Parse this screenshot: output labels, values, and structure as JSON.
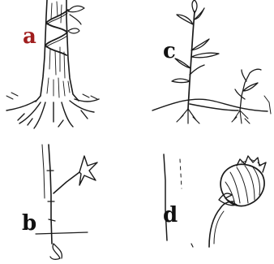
{
  "panels": {
    "a": {
      "label": "a"
    },
    "b": {
      "label": "b"
    },
    "c": {
      "label": "c"
    },
    "d": {
      "label": "d"
    }
  },
  "colors": {
    "ink": "#1a1a1a",
    "label_a": "#a01e1e",
    "label_other": "#111111",
    "background": "#ffffff"
  }
}
